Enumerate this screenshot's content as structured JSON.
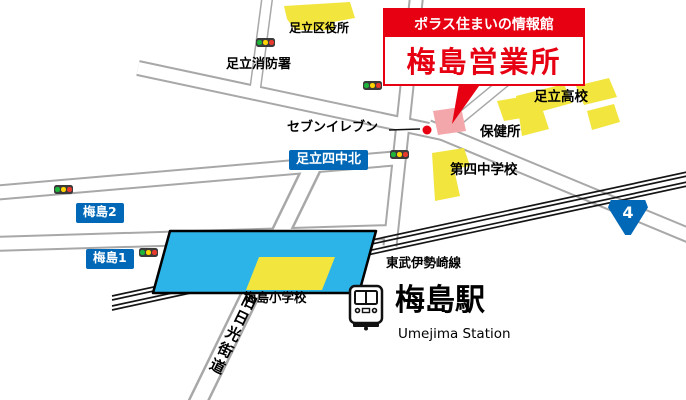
{
  "banner": {
    "subtitle": "ポラス住まいの情報館",
    "title": "梅島営業所"
  },
  "landmarks": {
    "ward_office": "足立区役所",
    "fire_station": "足立消防署",
    "high_school": "足立高校",
    "health_center": "保健所",
    "seven_eleven": "セブンイレブン",
    "junior_high_4": "第四中学校",
    "elementary_school": "梅島小学校"
  },
  "intersections": {
    "adachi_4chu_kita": "足立四中北",
    "umejima_2": "梅島2",
    "umejima_1": "梅島1"
  },
  "railway": {
    "line_name": "東武伊勢崎線",
    "station_name": "梅島駅",
    "station_name_en": "Umejima Station"
  },
  "roads": {
    "old_nikko_kaido": "旧日光街道",
    "route_number": "4"
  },
  "icons": {
    "traffic_light": "traffic-light-icon",
    "train": "train-front-icon",
    "route_shield": "route-shield-icon"
  },
  "colors": {
    "brand_red": "#e60012",
    "map_yellow": "#f2e53e",
    "station_cyan": "#2cb4e8",
    "sign_blue": "#0068b7"
  }
}
